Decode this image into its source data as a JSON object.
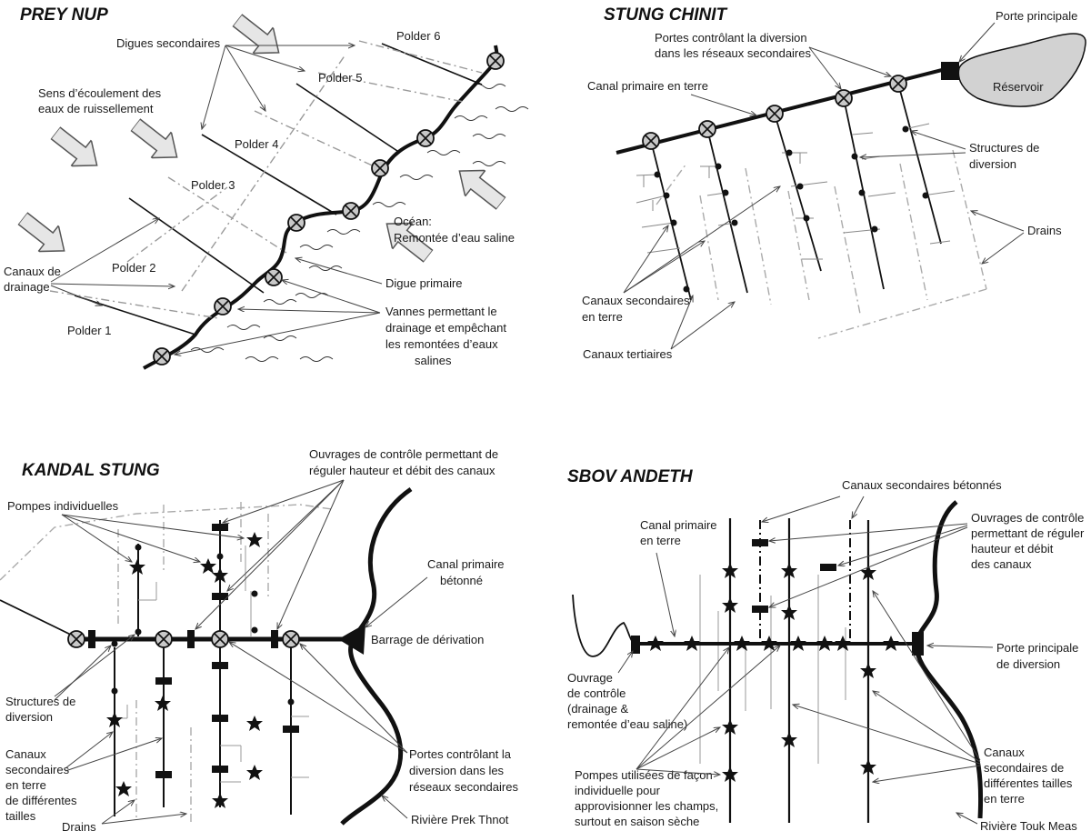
{
  "prey_nup": {
    "title": "PREY NUP",
    "polders": [
      "Polder 1",
      "Polder 2",
      "Polder 3",
      "Polder 4",
      "Polder 5",
      "Polder 6"
    ],
    "secondary_dikes": "Digues secondaires",
    "runoff_direction": [
      "Sens d’écoulement des",
      "eaux de ruissellement"
    ],
    "drainage_canals": [
      "Canaux de",
      "drainage"
    ],
    "ocean": [
      "Océan:",
      "Remontée d’eau saline"
    ],
    "primary_dike": "Digue primaire",
    "gates": [
      "Vannes permettant le",
      "drainage et empêchant",
      "les remontées d’eaux",
      "salines"
    ]
  },
  "stung_chinit": {
    "title": "STUNG CHINIT",
    "main_gate": "Porte principale",
    "gates_control": [
      "Portes contrôlant la diversion",
      "dans les réseaux secondaires"
    ],
    "primary_canal": "Canal primaire en terre",
    "reservoir": "Réservoir",
    "diversion_structures": [
      "Structures de",
      "diversion"
    ],
    "drains": "Drains",
    "secondary_canals": [
      "Canaux secondaires",
      "en terre"
    ],
    "tertiary_canals": "Canaux tertiaires"
  },
  "kandal_stung": {
    "title": "KANDAL STUNG",
    "control_works": [
      "Ouvrages de contrôle permettant de",
      "réguler hauteur et débit des canaux"
    ],
    "individual_pumps": "Pompes individuelles",
    "primary_canal": [
      "Canal primaire",
      "bétonné"
    ],
    "diversion_dam": "Barrage de dérivation",
    "diversion_structures": [
      "Structures de",
      "diversion"
    ],
    "secondary_canals": [
      "Canaux",
      "secondaires",
      "en terre",
      "de différentes",
      "tailles"
    ],
    "gates_control": [
      "Portes contrôlant la",
      "diversion dans les",
      "réseaux secondaires"
    ],
    "river": "Rivière Prek Thnot",
    "drains": "Drains"
  },
  "sbov_andeth": {
    "title": "SBOV ANDETH",
    "concrete_secondary": "Canaux  secondaires bétonnés",
    "primary_canal": [
      "Canal primaire",
      "en terre"
    ],
    "control_works": [
      "Ouvrages de contrôle",
      "permettant de réguler",
      "hauteur et débit",
      "des canaux"
    ],
    "main_diversion_gate": [
      "Porte principale",
      "de diversion"
    ],
    "control_work": [
      "Ouvrage",
      "de contrôle",
      "(drainage &",
      "remontée d’eau saline)"
    ],
    "pumps": [
      "Pompes utilisées de façon",
      "individuelle pour",
      "approvisionner les champs,",
      "surtout en saison sèche"
    ],
    "secondary_canals": [
      "Canaux",
      "secondaires de",
      "différentes tailles",
      "en terre"
    ],
    "river": "Rivière Touk Meas"
  }
}
